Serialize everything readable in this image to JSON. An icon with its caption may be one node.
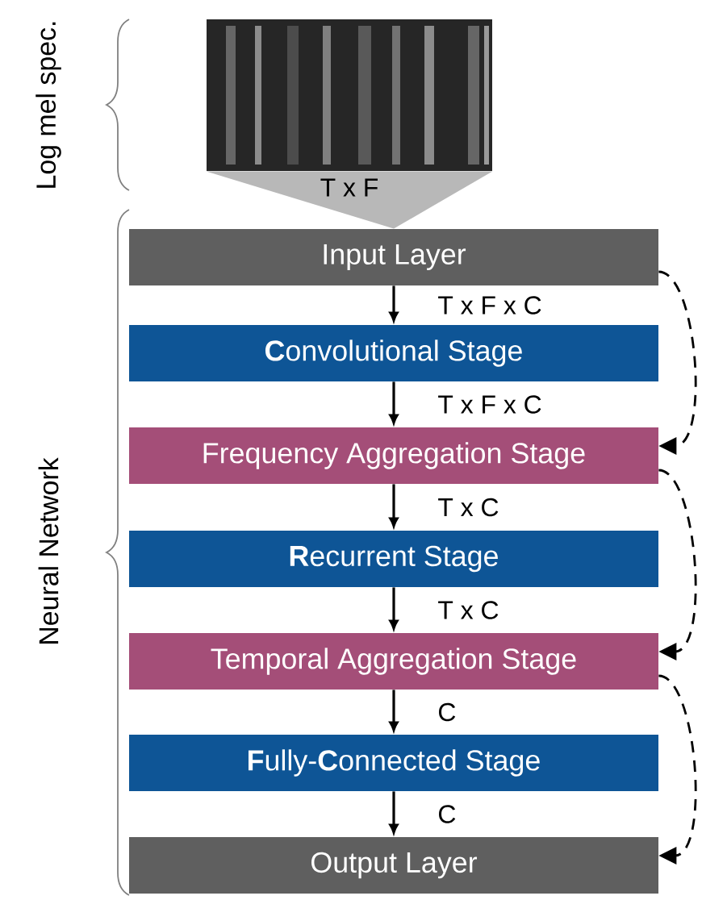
{
  "diagram": {
    "nodes": [
      {
        "text": [],
        "shape": "picture"
      },
      {
        "text": [
          "Input Layer"
        ]
      },
      {
        "text": [
          "**C**onvolutional Stage"
        ]
      },
      {
        "text": [
          "Frequency Aggregation Stage"
        ]
      },
      {
        "text": [
          "**R**ecurrent Stage"
        ]
      },
      {
        "text": [
          "Temporal Aggregation Stage"
        ]
      },
      {
        "text": [
          "**F**ully-**C**onnected Stage"
        ]
      },
      {
        "text": [
          "Output Layer"
        ]
      }
    ],
    "edges": [
      {
        "from": 0,
        "to": 1,
        "arrow": "none",
        "label": "T x F"
      },
      {
        "from": 1,
        "to": 2,
        "arrow": "to",
        "label": "T x F x C"
      },
      {
        "from": 2,
        "to": 3,
        "arrow": "to",
        "label": "T x F x C"
      },
      {
        "from": 3,
        "to": 4,
        "arrow": "to",
        "label": "T x C"
      },
      {
        "from": 4,
        "to": 5,
        "arrow": "to",
        "label": "T x C"
      },
      {
        "from": 5,
        "to": 6,
        "arrow": "to",
        "label": "C"
      },
      {
        "from": 6,
        "to": 7,
        "arrow": "to",
        "label": "C"
      },
      {
        "from": 1,
        "to": 3,
        "arrow": "to",
        "style": "dashed"
      },
      {
        "from": 3,
        "to": 5,
        "arrow": "to",
        "style": "dashed"
      },
      {
        "from": 5,
        "to": 7,
        "arrow": "to",
        "style": "dashed"
      }
    ],
    "labels": [
      "Log mel spec.",
      "Neural Network"
    ]
  }
}
